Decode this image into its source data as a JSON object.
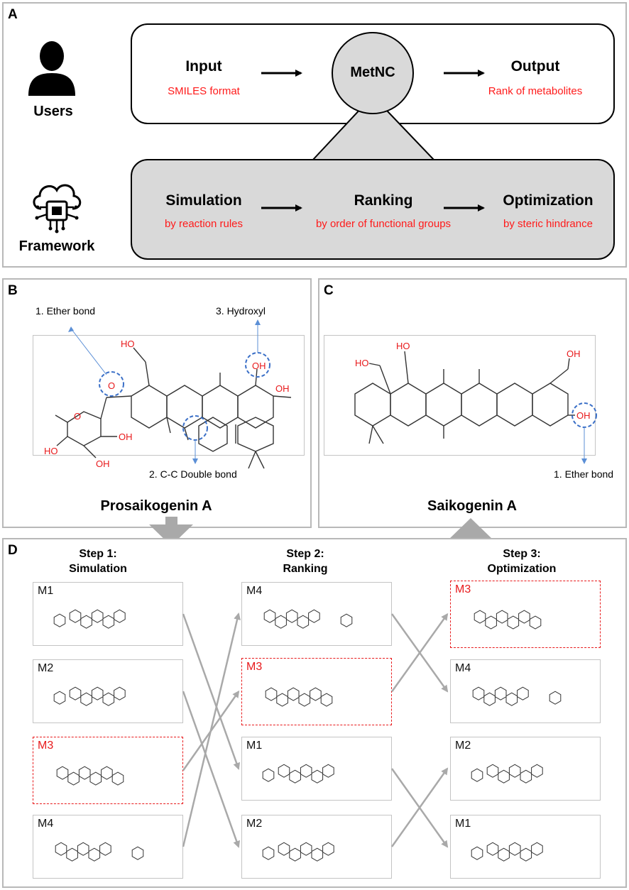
{
  "panel_a": {
    "label": "A",
    "users_label": "Users",
    "framework_label": "Framework",
    "input_title": "Input",
    "input_sub": "SMILES format",
    "center_title": "MetNC",
    "output_title": "Output",
    "output_sub": "Rank of metabolites",
    "simulation_title": "Simulation",
    "simulation_sub": "by reaction rules",
    "ranking_title": "Ranking",
    "ranking_sub": "by order of functional groups",
    "optimization_title": "Optimization",
    "optimization_sub": "by steric hindrance",
    "colors": {
      "accent_red": "#ff1a1a",
      "box_fill": "#d9d9d9"
    },
    "icons": [
      "user-silhouette-icon",
      "cloud-chip-icon"
    ]
  },
  "panel_b": {
    "label": "B",
    "site1": "1. Ether bond",
    "site2": "2. C-C Double bond",
    "site3": "3. Hydroxyl",
    "compound_name": "Prosaikogenin A",
    "atoms": [
      "HO",
      "O",
      "O",
      "OH",
      "HO",
      "OH",
      "OH",
      "OH"
    ]
  },
  "panel_c": {
    "label": "C",
    "site1": "1. Ether bond",
    "compound_name": "Saikogenin A",
    "atoms": [
      "HO",
      "HO",
      "OH",
      "OH"
    ]
  },
  "panel_d": {
    "label": "D",
    "steps": [
      {
        "title": "Step 1:",
        "subtitle": "Simulation"
      },
      {
        "title": "Step 2:",
        "subtitle": "Ranking"
      },
      {
        "title": "Step 3:",
        "subtitle": "Optimization"
      }
    ],
    "columns": [
      [
        "M1",
        "M2",
        "M3",
        "M4"
      ],
      [
        "M4",
        "M3",
        "M1",
        "M2"
      ],
      [
        "M3",
        "M4",
        "M2",
        "M1"
      ]
    ],
    "highlighted": "M3"
  }
}
